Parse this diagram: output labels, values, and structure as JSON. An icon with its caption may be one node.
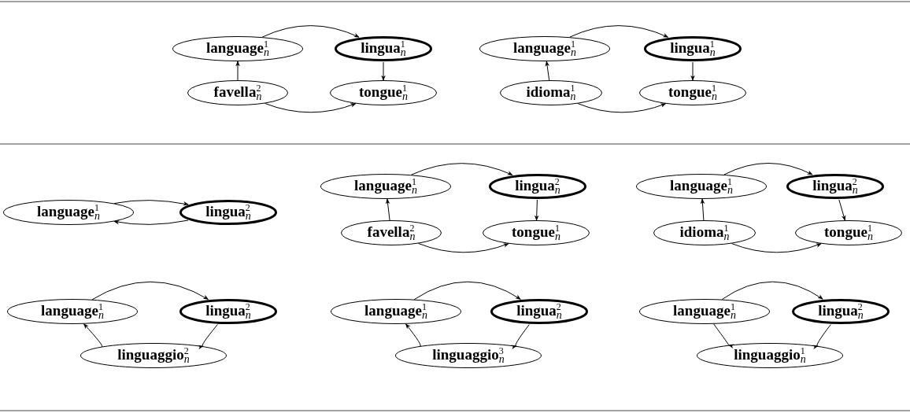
{
  "diagram": {
    "nodes": [
      {
        "text": [
          "**language**$^{1}$$_{n}$"
        ]
      },
      {
        "text": [
          "**lingua**$^{1}$$_{n}$"
        ]
      },
      {
        "text": [
          "**favella**$^{2}$$_{n}$"
        ]
      },
      {
        "text": [
          "**tongue**$^{1}$$_{n}$"
        ]
      },
      {
        "text": [
          "**language**$^{1}$$_{n}$"
        ]
      },
      {
        "text": [
          "**lingua**$^{1}$$_{n}$"
        ]
      },
      {
        "text": [
          "**idioma**$^{1}$$_{n}$"
        ]
      },
      {
        "text": [
          "**tongue**$^{1}$$_{n}$"
        ]
      },
      {
        "text": [
          "**language**$^{1}$$_{n}$"
        ]
      },
      {
        "text": [
          "**lingua**$^{2}$$_{n}$"
        ]
      },
      {
        "text": [
          "**language**$^{1}$$_{n}$"
        ]
      },
      {
        "text": [
          "**lingua**$^{2}$$_{n}$"
        ]
      },
      {
        "text": [
          "**favella**$^{2}$$_{n}$"
        ]
      },
      {
        "text": [
          "**tongue**$^{1}$$_{n}$"
        ]
      },
      {
        "text": [
          "**language**$^{1}$$_{n}$"
        ]
      },
      {
        "text": [
          "**lingua**$^{2}$$_{n}$"
        ]
      },
      {
        "text": [
          "**idioma**$^{1}$$_{n}$"
        ]
      },
      {
        "text": [
          "**tongue**$^{1}$$_{n}$"
        ]
      },
      {
        "text": [
          "**language**$^{1}$$_{n}$"
        ]
      },
      {
        "text": [
          "**lingua**$^{2}$$_{n}$"
        ]
      },
      {
        "text": [
          "**linguaggio**$^{2}$$_{n}$"
        ]
      },
      {
        "text": [
          "**language**$^{1}$$_{n}$"
        ]
      },
      {
        "text": [
          "**lingua**$^{2}$$_{n}$"
        ]
      },
      {
        "text": [
          "**linguaggio**$^{3}$$_{n}$"
        ]
      },
      {
        "text": [
          "**language**$^{1}$$_{n}$"
        ]
      },
      {
        "text": [
          "**lingua**$^{2}$$_{n}$"
        ]
      },
      {
        "text": [
          "**linguaggio**$^{1}$$_{n}$"
        ]
      }
    ],
    "edges": [
      {
        "from": 0,
        "to": 1,
        "arrow": "to"
      },
      {
        "from": 2,
        "to": 0,
        "arrow": "to"
      },
      {
        "from": 1,
        "to": 3,
        "arrow": "to"
      },
      {
        "from": 2,
        "to": 3,
        "arrow": "to"
      },
      {
        "from": 4,
        "to": 5,
        "arrow": "to"
      },
      {
        "from": 6,
        "to": 4,
        "arrow": "to"
      },
      {
        "from": 5,
        "to": 7,
        "arrow": "to"
      },
      {
        "from": 6,
        "to": 7,
        "arrow": "to"
      },
      {
        "from": 8,
        "to": 9,
        "arrow": "to"
      },
      {
        "from": 9,
        "to": 8,
        "arrow": "to"
      },
      {
        "from": 10,
        "to": 11,
        "arrow": "to"
      },
      {
        "from": 12,
        "to": 10,
        "arrow": "to"
      },
      {
        "from": 11,
        "to": 13,
        "arrow": "to"
      },
      {
        "from": 12,
        "to": 13,
        "arrow": "to"
      },
      {
        "from": 14,
        "to": 15,
        "arrow": "to"
      },
      {
        "from": 16,
        "to": 14,
        "arrow": "to"
      },
      {
        "from": 15,
        "to": 17,
        "arrow": "to"
      },
      {
        "from": 16,
        "to": 17,
        "arrow": "to"
      },
      {
        "from": 18,
        "to": 19,
        "arrow": "to"
      },
      {
        "from": 19,
        "to": 20,
        "arrow": "to"
      },
      {
        "from": 20,
        "to": 18,
        "arrow": "to"
      },
      {
        "from": 21,
        "to": 22,
        "arrow": "to"
      },
      {
        "from": 22,
        "to": 23,
        "arrow": "to"
      },
      {
        "from": 23,
        "to": 21,
        "arrow": "to"
      },
      {
        "from": 24,
        "to": 25,
        "arrow": "to"
      },
      {
        "from": 24,
        "to": 26,
        "arrow": "to"
      },
      {
        "from": 25,
        "to": 26,
        "arrow": "to"
      }
    ]
  }
}
